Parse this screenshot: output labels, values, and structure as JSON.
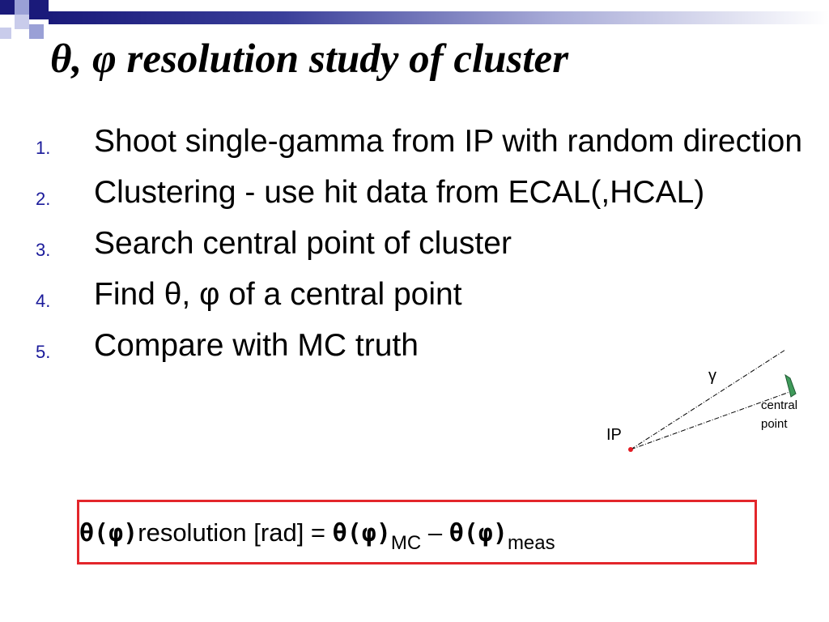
{
  "title": "θ, φ resolution study of cluster",
  "steps": [
    {
      "num": "1.",
      "text": "Shoot single-gamma from IP with random direction"
    },
    {
      "num": "2.",
      "text": "Clustering - use hit data from ECAL(,HCAL)"
    },
    {
      "num": "3.",
      "text": "Search central point of cluster"
    },
    {
      "num": "4.",
      "text": "Find θ, φ of a central point"
    },
    {
      "num": "5.",
      "text": "Compare with MC truth"
    }
  ],
  "diagram": {
    "gamma_label": "γ",
    "ip_label": "IP",
    "central_label_line1": "central",
    "central_label_line2": "point"
  },
  "formula": {
    "lhs_symbol": "θ(φ)",
    "lhs_text": "resolution [rad] = ",
    "term1": "θ(φ)",
    "term1_sub": "MC",
    "minus": " – ",
    "term2": "θ(φ)",
    "term2_sub": "meas"
  },
  "colors": {
    "accent_dark": "#1a1a7a",
    "number_color": "#1a1a9a",
    "box_border": "#e3262b",
    "ip_dot": "#e31b23",
    "cluster_fill": "#3f9a5a"
  }
}
